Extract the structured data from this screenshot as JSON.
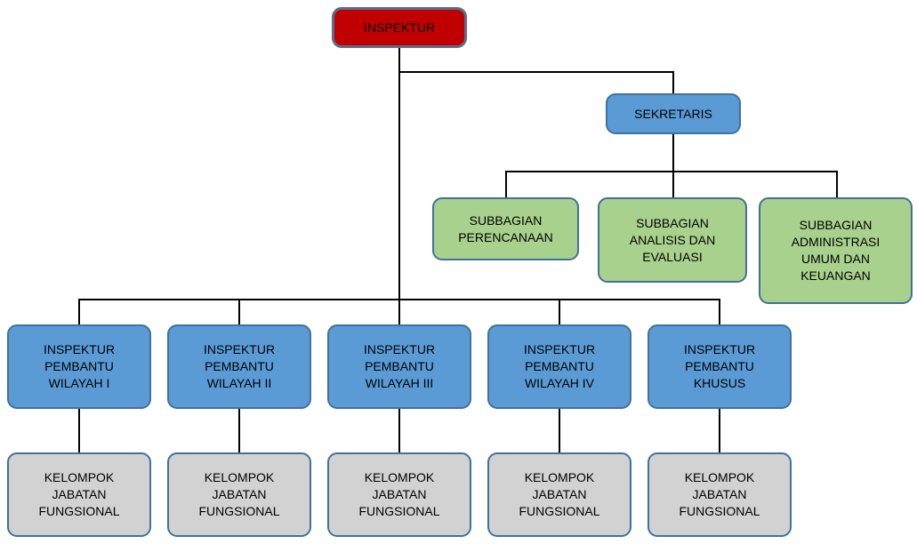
{
  "diagram": {
    "type": "org-chart",
    "colors": {
      "red_fill": "#C00000",
      "red_border": "#5A6E8C",
      "blue_fill": "#5B9BD5",
      "green_fill": "#A9D18E",
      "gray_fill": "#D2D2D2",
      "box_border": "#41719C",
      "line_color": "#000000",
      "text_color": "#000000",
      "background": "#FFFFFF"
    },
    "nodes": {
      "inspektur": {
        "label": "INSPEKTUR"
      },
      "sekretaris": {
        "label": "SEKRETARIS"
      },
      "subbagian_perencanaan": {
        "label": "SUBBAGIAN\nPERENCANAAN"
      },
      "subbagian_analisis": {
        "label": "SUBBAGIAN\nANALISIS DAN\nEVALUASI"
      },
      "subbagian_administrasi": {
        "label": "SUBBAGIAN\nADMINISTRASI\nUMUM DAN\nKEUANGAN"
      },
      "inspektur_pembantu_wilayah_1": {
        "label": "INSPEKTUR\nPEMBANTU\nWILAYAH I"
      },
      "inspektur_pembantu_wilayah_2": {
        "label": "INSPEKTUR\nPEMBANTU\nWILAYAH II"
      },
      "inspektur_pembantu_wilayah_3": {
        "label": "INSPEKTUR\nPEMBANTU\nWILAYAH III"
      },
      "inspektur_pembantu_wilayah_4": {
        "label": "INSPEKTUR\nPEMBANTU\nWILAYAH IV"
      },
      "inspektur_pembantu_khusus": {
        "label": "INSPEKTUR\nPEMBANTU\nKHUSUS"
      },
      "kelompok_1": {
        "label": "KELOMPOK\nJABATAN\nFUNGSIONAL"
      },
      "kelompok_2": {
        "label": "KELOMPOK\nJABATAN\nFUNGSIONAL"
      },
      "kelompok_3": {
        "label": "KELOMPOK\nJABATAN\nFUNGSIONAL"
      },
      "kelompok_4": {
        "label": "KELOMPOK\nJABATAN\nFUNGSIONAL"
      },
      "kelompok_5": {
        "label": "KELOMPOK\nJABATAN\nFUNGSIONAL"
      }
    },
    "edges": [
      {
        "from": "inspektur",
        "to": "sekretaris"
      },
      {
        "from": "sekretaris",
        "to": "subbagian_perencanaan"
      },
      {
        "from": "sekretaris",
        "to": "subbagian_analisis"
      },
      {
        "from": "sekretaris",
        "to": "subbagian_administrasi"
      },
      {
        "from": "inspektur",
        "to": "inspektur_pembantu_wilayah_1"
      },
      {
        "from": "inspektur",
        "to": "inspektur_pembantu_wilayah_2"
      },
      {
        "from": "inspektur",
        "to": "inspektur_pembantu_wilayah_3"
      },
      {
        "from": "inspektur",
        "to": "inspektur_pembantu_wilayah_4"
      },
      {
        "from": "inspektur",
        "to": "inspektur_pembantu_khusus"
      },
      {
        "from": "inspektur_pembantu_wilayah_1",
        "to": "kelompok_1"
      },
      {
        "from": "inspektur_pembantu_wilayah_2",
        "to": "kelompok_2"
      },
      {
        "from": "inspektur_pembantu_wilayah_3",
        "to": "kelompok_3"
      },
      {
        "from": "inspektur_pembantu_wilayah_4",
        "to": "kelompok_4"
      },
      {
        "from": "inspektur_pembantu_khusus",
        "to": "kelompok_5"
      }
    ]
  }
}
